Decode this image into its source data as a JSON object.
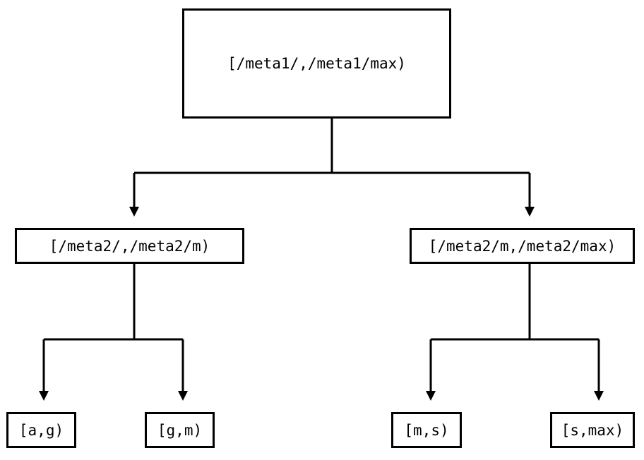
{
  "diagram": {
    "type": "tree",
    "title": "",
    "background_color": "#ffffff",
    "line_color": "#000000",
    "text_color": "#000000",
    "nodes": {
      "root": {
        "label": "[/meta1/,/meta1/max)"
      },
      "mid_left": {
        "label": "[/meta2/,/meta2/m)"
      },
      "mid_right": {
        "label": "[/meta2/m,/meta2/max)"
      },
      "leaf_a_g": {
        "label": "[a,g)"
      },
      "leaf_g_m": {
        "label": "[g,m)"
      },
      "leaf_m_s": {
        "label": "[m,s)"
      },
      "leaf_s_max": {
        "label": "[s,max)"
      }
    },
    "edges": [
      {
        "from": "root",
        "to": "mid_left",
        "arrow": "down"
      },
      {
        "from": "root",
        "to": "mid_right",
        "arrow": "down"
      },
      {
        "from": "mid_left",
        "to": "leaf_a_g",
        "arrow": "down"
      },
      {
        "from": "mid_left",
        "to": "leaf_g_m",
        "arrow": "down"
      },
      {
        "from": "mid_right",
        "to": "leaf_m_s",
        "arrow": "down"
      },
      {
        "from": "mid_right",
        "to": "leaf_s_max",
        "arrow": "down"
      }
    ]
  }
}
